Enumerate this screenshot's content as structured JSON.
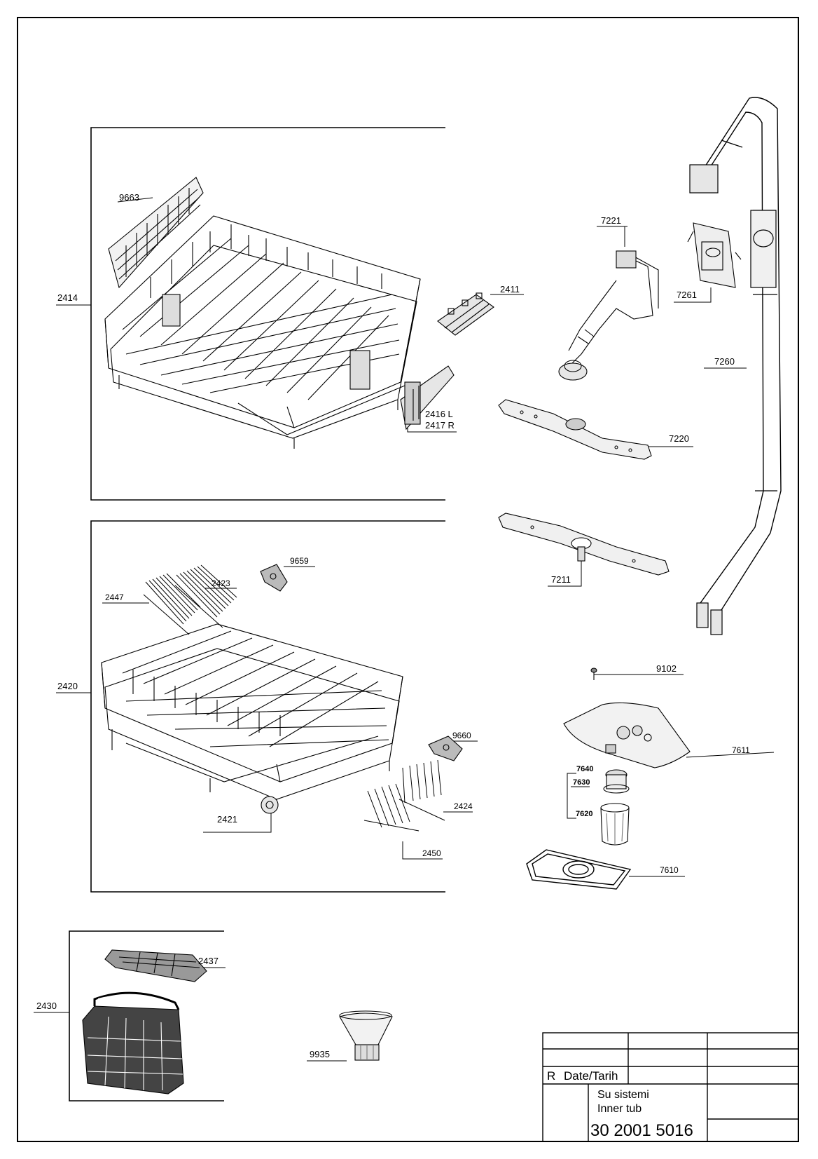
{
  "labels": {
    "l9663": "9663",
    "l2414": "2414",
    "l2411": "2411",
    "l2416": "2416 L",
    "l2417": "2417 R",
    "l7221": "7221",
    "l7261": "7261",
    "l7260": "7260",
    "l7220": "7220",
    "l7211": "7211",
    "l9659": "9659",
    "l2423": "2423",
    "l2447": "2447",
    "l2420": "2420",
    "l9660": "9660",
    "l2421": "2421",
    "l2424": "2424",
    "l2450": "2450",
    "l9102": "9102",
    "l7611": "7611",
    "l7640": "7640",
    "l7630": "7630",
    "l7620": "7620",
    "l7610": "7610",
    "l2437": "2437",
    "l2430": "2430",
    "l9935": "9935"
  },
  "title_block": {
    "revision": "R",
    "date_label": "Date/Tarih",
    "title_tr": "Su sistemi",
    "title_en": "Inner tub",
    "drawing_number": "30 2001 5016"
  }
}
